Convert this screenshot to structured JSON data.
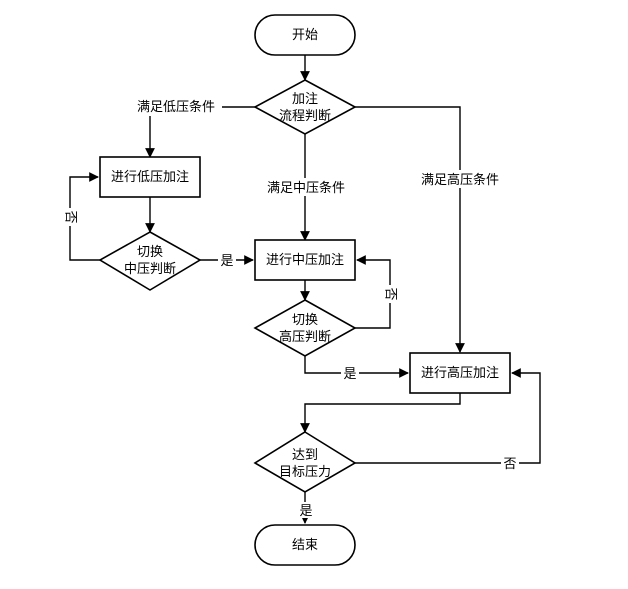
{
  "nodes": {
    "start": "开始",
    "refuel_decision": [
      "加注",
      "流程判断"
    ],
    "low_pressure_fill": "进行低压加注",
    "switch_to_mid": [
      "切换",
      "中压判断"
    ],
    "mid_pressure_fill": "进行中压加注",
    "switch_to_high": [
      "切换",
      "高压判断"
    ],
    "high_pressure_fill": "进行高压加注",
    "target_check": [
      "达到",
      "目标压力"
    ],
    "end": "结束"
  },
  "edge_labels": {
    "low_condition": "满足低压条件",
    "mid_condition": "满足中压条件",
    "high_condition": "满足高压条件",
    "yes_low_to_mid": "是",
    "no_low": "否",
    "no_mid": "否",
    "yes_mid_to_high": "是",
    "no_high": "否",
    "yes_end": "是"
  }
}
